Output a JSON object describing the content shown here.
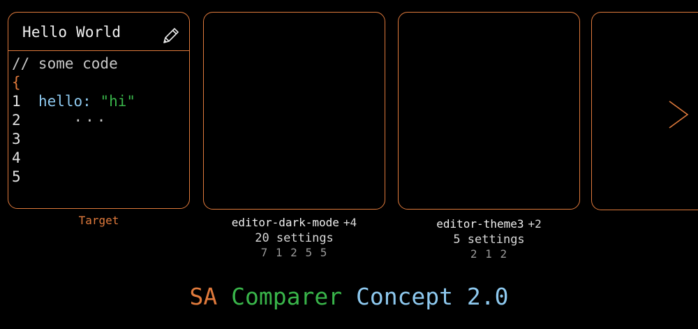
{
  "colors": {
    "accent_orange": "#e07a3c",
    "code_green": "#39b54a",
    "code_blue": "#8ec9ef",
    "background": "#000000"
  },
  "target_card": {
    "title": "Hello World",
    "edit_icon": "pencil-icon",
    "code": {
      "comment": "// some code",
      "open_brace": "{",
      "lines": [
        "1",
        "2",
        "3",
        "4",
        "5"
      ],
      "key": "hello:",
      "value": "\"hi\"",
      "ellipsis": "..."
    },
    "caption": "Target"
  },
  "comparisons": [
    {
      "name": "editor-dark-mode",
      "extra": "+4",
      "settings": "20 settings",
      "counts": "7 1 2 5 5"
    },
    {
      "name": "editor-theme3",
      "extra": "+2",
      "settings": "5 settings",
      "counts": "2 1 2"
    }
  ],
  "navigation": {
    "next_icon": "chevron-right-icon"
  },
  "footer": {
    "part1": "SA",
    "part2": "Comparer",
    "part3": "Concept 2.0"
  }
}
